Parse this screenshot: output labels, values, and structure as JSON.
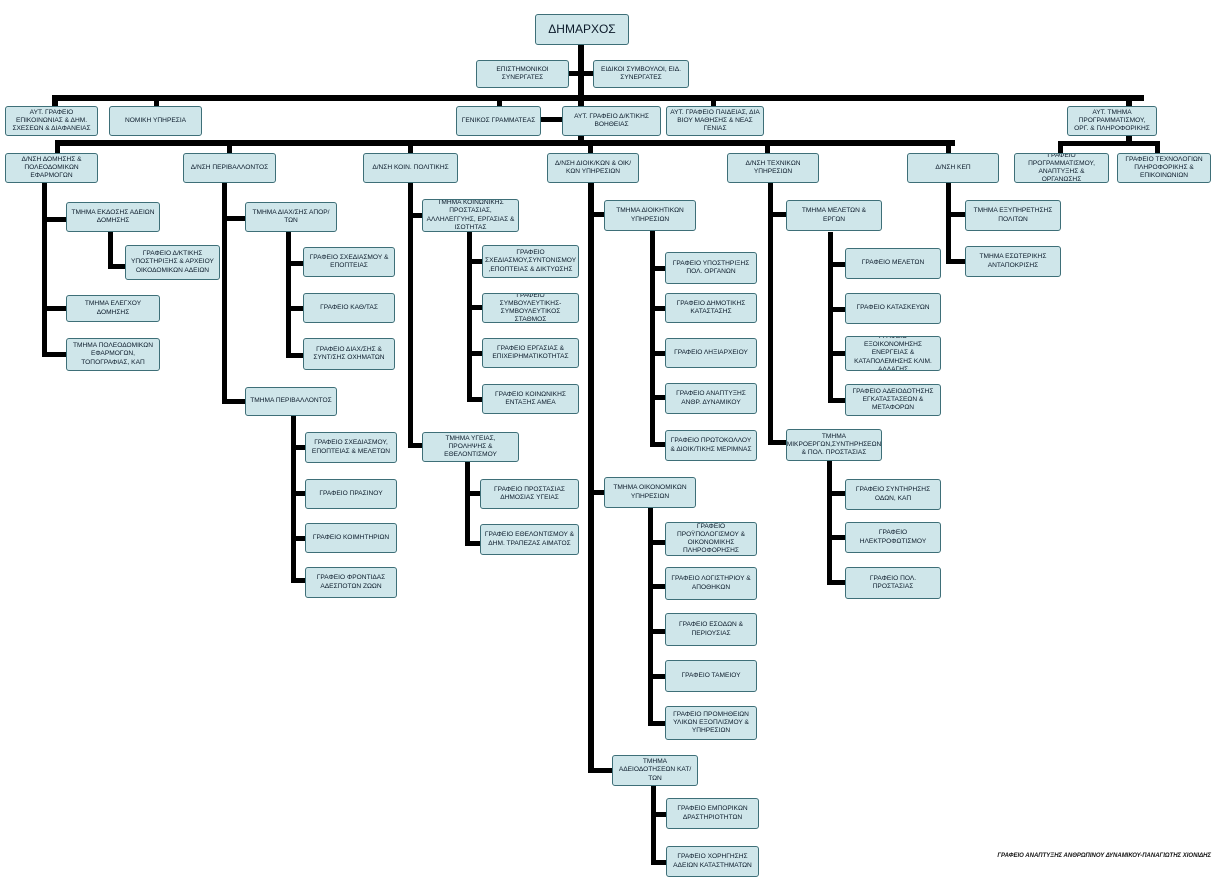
{
  "nodes": {
    "mayor": "ΔΗΜΑΡΧΟΣ",
    "scientific": "ΕΠΙΣΤΗΜΟΝΙΚΟΙ ΣΥΝΕΡΓΑΤΕΣ",
    "special_advisors": "ΕΙΔΙΚΟΙ ΣΥΜΒΟΥΛΟΙ, ΕΙΔ. ΣΥΝΕΡΓΑΤΕΣ",
    "comm_office": "ΑΥΤ. ΓΡΑΦΕΙΟ ΕΠΙΚΟΙΝΩΝΙΑΣ & ΔΗΜ. ΣΧΕΣΕΩΝ & ΔΙΑΦΑΝΕΙΑΣ",
    "legal": "ΝΟΜΙΚΗ ΥΠΗΡΕΣΙΑ",
    "secretary": "ΓΕΝΙΚΟΣ ΓΡΑΜΜΑΤΕΑΣ",
    "help_office": "ΑΥΤ. ΓΡΑΦΕΙΟ Δ/ΚΤΙΚΗΣ ΒΟΗΘΕΙΑΣ",
    "education_office": "ΑΥΤ. ΓΡΑΦΕΙΟ ΠΑΙΔΕΙΑΣ, ΔΙΑ ΒΙΟΥ ΜΑΘΗΣΗΣ & ΝΕΑΣ ΓΕΝΙΑΣ",
    "prog_dept": "ΑΥΤ. ΤΜΗΜΑ ΠΡΟΓΡΑΜΜΑΤΙΣΜΟΥ, ΟΡΓ. & ΠΛΗΡΟΦΟΡΙΚΗΣ",
    "prog_office": "ΓΡΑΦΕΙΟ ΠΡΟΓΡΑΜΜΑΤΙΣΜΟΥ, ΑΝΑΠΤΥΞΗΣ & ΟΡΓΑΝΩΣΗΣ",
    "it_office": "ΓΡΑΦΕΙΟ ΤΕΧΝΟΛΟΓΙΩΝ ΠΛΗΡΟΦΟΡΙΚΗΣ & ΕΠΙΚΟΙΝΩΝΙΩΝ",
    "dir_building": "Δ/ΝΣΗ ΔΟΜΗΣΗΣ & ΠΟΛΕΟΔΟΜΙΚΩΝ ΕΦΑΡΜΟΓΩΝ",
    "b_permits": "ΤΜΗΜΑ ΕΚΔΟΣΗΣ ΑΔΕΙΩΝ ΔΟΜΗΣΗΣ",
    "b_support": "ΓΡΑΦΕΙΟ Δ/ΚΤΙΚΗΣ ΥΠΟΣΤΗΡΙΞΗΣ & ΑΡΧΕΙΟΥ ΟΙΚΟΔΟΜΙΚΩΝ ΑΔΕΙΩΝ",
    "b_control": "ΤΜΗΜΑ ΕΛΕΓΧΟΥ ΔΟΜΗΣΗΣ",
    "b_urban": "ΤΜΗΜΑ ΠΟΛΕΟΔΟΜΙΚΩΝ ΕΦΑΡΜΟΓΩΝ, ΤΟΠΟΓΡΑΦΙΑΣ, ΚΑΠ",
    "dir_env": "Δ/ΝΣΗ ΠΕΡΙΒΑΛΛΟΝΤΟΣ",
    "e_waste": "ΤΜΗΜΑ ΔΙΑΧ/ΣΗΣ ΑΠΟΡ/ΤΩΝ",
    "e_plan": "ΓΡΑΦΕΙΟ ΣΧΕΔΙΑΣΜΟΥ & ΕΠΟΠΤΕΙΑΣ",
    "e_clean": "ΓΡΑΦΕΙΟ ΚΑΘ/ΤΑΣ",
    "e_vehicles": "ΓΡΑΦΕΙΟ ΔΙΑΧ/ΣΗΣ & ΣΥΝΤ/ΣΗΣ ΟΧΗΜΑΤΩΝ",
    "e_env": "ΤΜΗΜΑ ΠΕΡΙΒΑΛΛΟΝΤΟΣ",
    "e_studies": "ΓΡΑΦΕΙΟ ΣΧΕΔΙΑΣΜΟΥ, ΕΠΟΠΤΕΙΑΣ & ΜΕΛΕΤΩΝ",
    "e_green": "ΓΡΑΦΕΙΟ ΠΡΑΣΙΝΟΥ",
    "e_cemetery": "ΓΡΑΦΕΙΟ ΚΟΙΜΗΤΗΡΙΩΝ",
    "e_animals": "ΓΡΑΦΕΙΟ ΦΡΟΝΤΙΔΑΣ ΑΔΕΣΠΟΤΩΝ ΖΩΩΝ",
    "dir_social": "Δ/ΝΣΗ ΚΟΙΝ. ΠΟΛΙΤΙΚΗΣ",
    "s_dept": "ΤΜΗΜΑ ΚΟΙΝΩΝΙΚΗΣ ΠΡΟΣΤΑΣΙΑΣ, ΑΛΛΗΛΕΓΓΥΗΣ, ΕΡΓΑΣΙΑΣ & ΙΣΟΤΗΤΑΣ",
    "s_plan": "ΓΡΑΦΕΙΟ ΣΧΕΔΙΑΣΜΟΥ,ΣΥΝΤΟΝΙΣΜΟΥ ,ΕΠΟΠΤΕΙΑΣ & ΔΙΚΤΥΩΣΗΣ",
    "s_counsel": "ΓΡΑΦΕΙΟ ΣΥΜΒΟΥΛΕΥΤΙΚΗΣ- ΣΥΜΒΟΥΛΕΥΤΙΚΟΣ ΣΤΑΘΜΟΣ",
    "s_work": "ΓΡΑΦΕΙΟ ΕΡΓΑΣΙΑΣ & ΕΠΙΧΕΙΡΗΜΑΤΙΚΟΤΗΤΑΣ",
    "s_amea": "ΓΡΑΦΕΙΟ ΚΟΙΝΩΝΙΚΗΣ ΕΝΤΑΞΗΣ ΑΜΕΑ",
    "s_health": "ΤΜΗΜΑ ΥΓΕΙΑΣ, ΠΡΟΛΗΨΗΣ & ΕΘΕΛΟΝΤΙΣΜΟΥ",
    "s_public_health": "ΓΡΑΦΕΙΟ ΠΡΟΣΤΑΣΙΑΣ ΔΗΜΟΣΙΑΣ ΥΓΕΙΑΣ",
    "s_volunteer": "ΓΡΑΦΕΙΟ ΕΘΕΛΟΝΤΙΣΜΟΥ & ΔΗΜ. ΤΡΑΠΕΖΑΣ ΑΙΜΑΤΟΣ",
    "dir_admin": "Δ/ΝΣΗ ΔΙΟΙΚ/ΚΩΝ & ΟΙΚ/ΚΩΝ ΥΠΗΡΕΣΙΩΝ",
    "a_admin": "ΤΜΗΜΑ ΔΙΟΙΚΗΤΙΚΩΝ ΥΠΗΡΕΣΙΩΝ",
    "a_organs": "ΓΡΑΦΕΙΟ ΥΠΟΣΤΗΡΙΞΗΣ ΠΟΛ. ΟΡΓΑΝΩΝ",
    "a_civil": "ΓΡΑΦΕΙΟ ΔΗΜΟΤΙΚΗΣ ΚΑΤΑΣΤΑΣΗΣ",
    "a_registry": "ΓΡΑΦΕΙΟ ΛΗΞΙΑΡΧΕΙΟΥ",
    "a_hr": "ΓΡΑΦΕΙΟ ΑΝΑΠΤΥΞΗΣ ΑΝΘΡ. ΔΥΝΑΜΙΚΟΥ",
    "a_protocol": "ΓΡΑΦΕΙΟ ΠΡΩΤΟΚΟΛΛΟΥ & ΔΙΟΙΚ/ΤΙΚΗΣ ΜΕΡΙΜΝΑΣ",
    "a_finance": "ΤΜΗΜΑ ΟΙΚΟΝΟΜΙΚΩΝ ΥΠΗΡΕΣΙΩΝ",
    "a_budget": "ΓΡΑΦΕΙΟ ΠΡΟΫΠΟΛΟΓΙΣΜΟΥ & ΟΙΚΟΝΟΜΙΚΗΣ ΠΛΗΡΟΦΟΡΗΣΗΣ",
    "a_accounting": "ΓΡΑΦΕΙΟ ΛΟΓΙΣΤΗΡΙΟΥ & ΑΠΟΘΗΚΩΝ",
    "a_revenue": "ΓΡΑΦΕΙΟ ΕΣΟΔΩΝ & ΠΕΡΙΟΥΣΙΑΣ",
    "a_treasury": "ΓΡΑΦΕΙΟ ΤΑΜΕΙΟΥ",
    "a_procurement": "ΓΡΑΦΕΙΟ ΠΡΟΜΗΘΕΙΩΝ ΥΛΙΚΩΝ ΕΞΟΠΛΙΣΜΟΥ & ΥΠΗΡΕΣΙΩΝ",
    "a_licensing": "ΤΜΗΜΑ ΑΔΕΙΟΔΟΤΗΣΕΩΝ ΚΑΤ/ΤΩΝ",
    "a_commerce": "ΓΡΑΦΕΙΟ ΕΜΠΟΡΙΚΩΝ ΔΡΑΣΤΗΡΙΟΤΗΤΩΝ",
    "a_shops": "ΓΡΑΦΕΙΟ ΧΟΡΗΓΗΣΗΣ ΑΔΕΙΩΝ ΚΑΤΑΣΤΗΜΑΤΩΝ",
    "dir_tech": "Δ/ΝΣΗ ΤΕΧΝΙΚΩΝ ΥΠΗΡΕΣΙΩΝ",
    "t_studies": "ΤΜΗΜΑ ΜΕΛΕΤΩΝ & ΕΡΓΩΝ",
    "t_study_office": "ΓΡΑΦΕΙΟ ΜΕΛΕΤΩΝ",
    "t_construction": "ΓΡΑΦΕΙΟ ΚΑΤΑΣΚΕΥΩΝ",
    "t_energy": "ΓΡΑΦΕΙΟ ΕΞΟΙΚΟΝΟΜΗΣΗΣ ΕΝΕΡΓΕΙΑΣ & ΚΑΤΑΠΟΛΕΜΗΣΗΣ ΚΛΙΜ. ΑΛΛΑΓΗΣ",
    "t_transport": "ΓΡΑΦΕΙΟ ΑΔΕΙΟΔΟΤΗΣΗΣ ΕΓΚΑΤΑΣΤΑΣΕΩΝ & ΜΕΤΑΦΟΡΩΝ",
    "t_small_works": "ΤΜΗΜΑ ΜΙΚΡΟΕΡΓΩΝ,ΣΥΝΤΗΡΗΣΕΩΝ & ΠΟΛ. ΠΡΟΣΤΑΣΙΑΣ",
    "t_roads": "ΓΡΑΦΕΙΟ ΣΥΝΤΗΡΗΣΗΣ ΟΔΩΝ, ΚΑΠ",
    "t_lighting": "ΓΡΑΦΕΙΟ ΗΛΕΚΤΡΟΦΩΤΙΣΜΟΥ",
    "t_civil_protection": "ΓΡΑΦΕΙΟ ΠΟΛ. ΠΡΟΣΤΑΣΙΑΣ",
    "dir_kep": "Δ/ΝΣΗ ΚΕΠ",
    "k_service": "ΤΜΗΜΑ ΕΞΥΠΗΡΕΤΗΣΗΣ ΠΟΛΙΤΩΝ",
    "k_internal": "ΤΜΗΜΑ ΕΣΩΤΕΡΙΚΗΣ ΑΝΤΑΠΟΚΡΙΣΗΣ"
  },
  "credit": "ΓΡΑΦΕΙΟ ΑΝΑΠΤΥΞΗΣ ΑΝΘΡΩΠΙΝΟΥ ΔΥΝΑΜΙΚΟΥ-ΠΑΝΑΓΙΩΤΗΣ ΧΙΟΝΙΔΗΣ",
  "colors": {
    "box_fill": "#cfe6ea",
    "box_border": "#3e6f78",
    "connector": "#000000"
  }
}
